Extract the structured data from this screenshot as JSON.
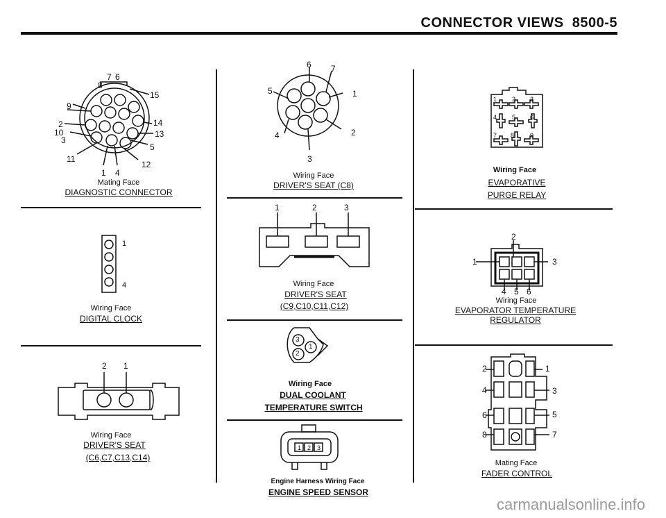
{
  "header": {
    "title": "CONNECTOR VIEWS",
    "page": "8500-5"
  },
  "diagnostic": {
    "face": "Mating Face",
    "name": "DIAGNOSTIC CONNECTOR",
    "pins": {
      "p1": "1",
      "p2": "2",
      "p3": "3",
      "p4": "4",
      "p5": "5",
      "p6": "6",
      "p7": "7",
      "p8": "8",
      "p9": "9",
      "p10": "10",
      "p11": "11",
      "p12": "12",
      "p13": "13",
      "p14": "14",
      "p15": "15"
    }
  },
  "clock": {
    "face": "Wiring Face",
    "name": "DIGITAL CLOCK",
    "pins": {
      "p1": "1",
      "p4": "4"
    }
  },
  "seat_c6": {
    "face": "Wiring Face",
    "name": "DRIVER'S SEAT",
    "codes": "(C6,C7,C13,C14)",
    "pins": {
      "p1": "1",
      "p2": "2"
    }
  },
  "seat_c8": {
    "face": "Wiring Face",
    "name": "DRIVER'S SEAT (C8)",
    "pins": {
      "p1": "1",
      "p2": "2",
      "p3": "3",
      "p4": "4",
      "p5": "5",
      "p6": "6",
      "p7": "7"
    }
  },
  "seat_c9": {
    "face": "Wiring Face",
    "name": "DRIVER'S SEAT",
    "codes": "(C9,C10,C11,C12)",
    "pins": {
      "p1": "1",
      "p2": "2",
      "p3": "3"
    }
  },
  "coolant": {
    "face": "Wiring Face",
    "name1": "DUAL COOLANT",
    "name2": "TEMPERATURE SWITCH",
    "pins": {
      "p1": "1",
      "p2": "2",
      "p3": "3"
    }
  },
  "engine_speed": {
    "face": "Engine Harness Wiring Face",
    "name": "ENGINE SPEED SENSOR",
    "pins": {
      "p1": "1",
      "p2": "2",
      "p3": "3"
    }
  },
  "purge": {
    "face": "Wiring Face",
    "name1": "EVAPORATIVE",
    "name2": "PURGE RELAY",
    "pins": {
      "p1": "1",
      "p2": "2",
      "p3": "3",
      "p4": "4",
      "p5": "5",
      "p6": "6",
      "p7": "7",
      "p8": "8",
      "p9": "9"
    }
  },
  "evap_temp": {
    "face": "Wiring Face",
    "name": "EVAPORATOR TEMPERATURE REGULATOR",
    "pins": {
      "p1": "1",
      "p2": "2",
      "p3": "3",
      "p4": "4",
      "p5": "5",
      "p6": "6"
    }
  },
  "fader": {
    "face": "Mating Face",
    "name": "FADER CONTROL",
    "pins": {
      "p1": "1",
      "p2": "2",
      "p3": "3",
      "p4": "4",
      "p5": "5",
      "p6": "6",
      "p7": "7",
      "p8": "8"
    }
  },
  "footer": "carmanualsonline.info"
}
